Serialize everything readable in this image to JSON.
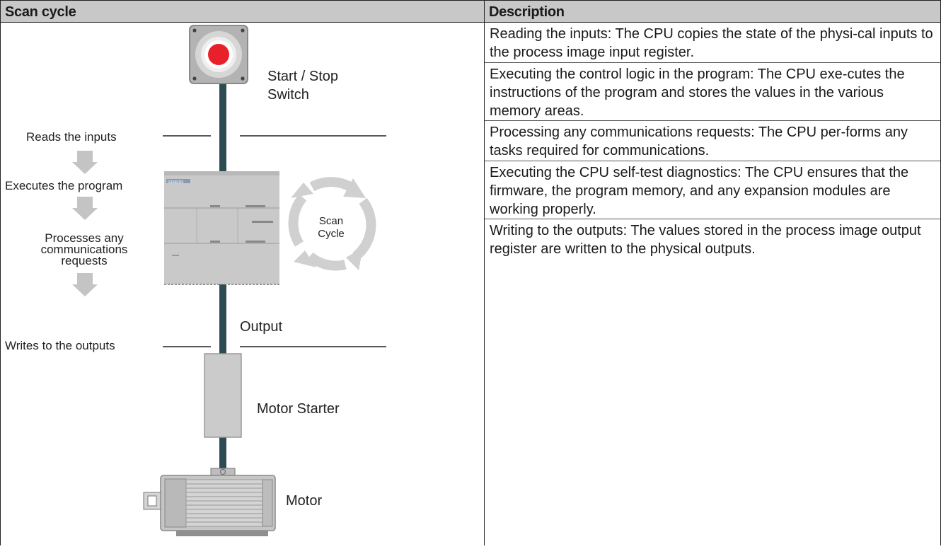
{
  "header": {
    "col1": "Scan cycle",
    "col2": "Description"
  },
  "diagram": {
    "switch_label_1": "Start / Stop",
    "switch_label_2": "Switch",
    "plc_brand": "SIEMENS",
    "scan_label_1": "Scan",
    "scan_label_2": "Cycle",
    "output_label": "Output",
    "motor_starter_label": "Motor Starter",
    "motor_label": "Motor",
    "steps": {
      "reads_inputs": "Reads the inputs",
      "executes_program": "Executes the program",
      "processes_1": "Processes any",
      "processes_2": "communications",
      "processes_3": "requests",
      "writes_outputs": "Writes to the outputs"
    }
  },
  "descriptions": [
    "Reading the inputs: The CPU copies the state of the physi-cal inputs to the process image input register.",
    "Executing the control logic in the program: The CPU exe-cutes the instructions of the program and stores the values in the various memory areas.",
    "Processing any communications requests: The CPU per-forms any tasks required for communications.",
    "Executing the CPU self-test diagnostics: The CPU ensures that the firmware, the program memory, and any expansion modules are working properly.",
    "Writing to the outputs: The values stored in the process image output register are written to the physical outputs."
  ],
  "colors": {
    "header_bg": "#c8c8c8",
    "switch_red": "#e8202a",
    "cable": "#2e4a52",
    "arrow_gray": "#c4c4c4"
  }
}
